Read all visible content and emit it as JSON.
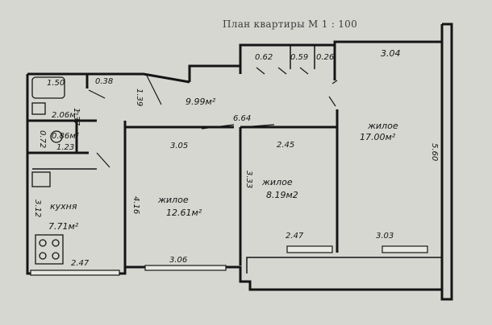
{
  "title": "План квартиры  М 1 : 100",
  "rooms": {
    "living_large": {
      "name": "жилое",
      "area": "17.00м²"
    },
    "living_mid": {
      "name": "жилое",
      "area": "8.19м2"
    },
    "living_left": {
      "name": "жилое",
      "area": "12.61м²"
    },
    "kitchen": {
      "name": "кухня",
      "area": "7.71м²"
    },
    "hall": {
      "area": "9.99м²"
    },
    "bath": {
      "area": "2.06м²"
    },
    "wc": {
      "area": "0.86м²"
    }
  },
  "dimensions": {
    "bath_top_a": "1.50",
    "bath_top_b": "0.38",
    "bath_side": "1.37",
    "hall_side": "1.39",
    "wc_side": "0.72",
    "wc_bottom": "1.23",
    "closet_1": "0.62",
    "closet_2": "0.59",
    "closet_3": "0.26",
    "large_top": "3.04",
    "large_side": "5.60",
    "large_bottom": "3.03",
    "corridor": "6.64",
    "left_top": "3.05",
    "mid_top": "2.45",
    "mid_side": "3.33",
    "mid_bottom": "2.47",
    "left_side": "4.16",
    "left_bottom": "3.06",
    "kitchen_side": "3.12",
    "kitchen_bottom": "2.47"
  }
}
